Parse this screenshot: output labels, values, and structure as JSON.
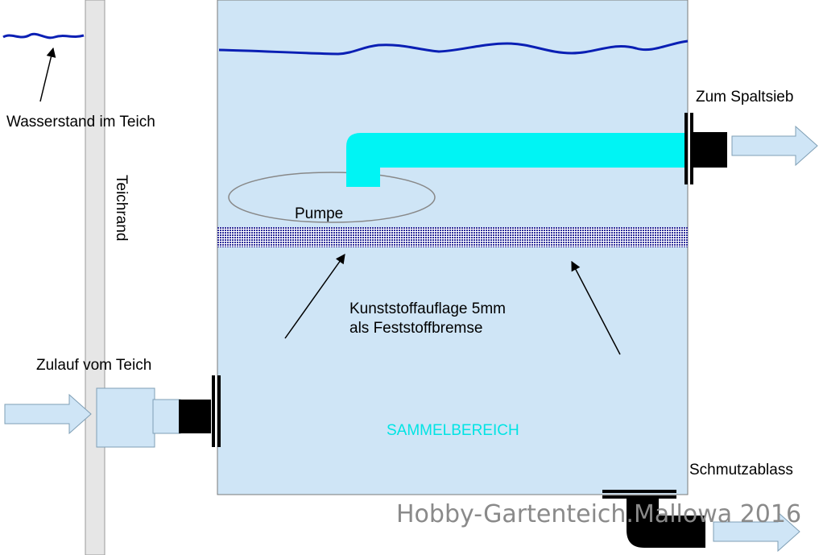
{
  "labels": {
    "water_level": "Wasserstand im Teich",
    "pond_edge": "Teichrand",
    "outlet": "Zum Spaltsieb",
    "pump": "Pumpe",
    "mesh_line1": "Kunststoffauflage 5mm",
    "mesh_line2": "als Feststoffbremse",
    "inlet": "Zulauf vom Teich",
    "collection": "SAMMELBEREICH",
    "drain": "Schmutzablass"
  },
  "watermark": "Hobby-Gartenteich.Mallowa 2016",
  "colors": {
    "water_fill": "#cfe5f6",
    "water_line": "#0a1fb4",
    "pipe": "#00f4f4",
    "mesh": "#2d2d9a",
    "collection_text": "#00e4e4",
    "fitting": "#000000",
    "arrow_fill": "#cfe5f6",
    "wall": "#e6e6e6"
  }
}
